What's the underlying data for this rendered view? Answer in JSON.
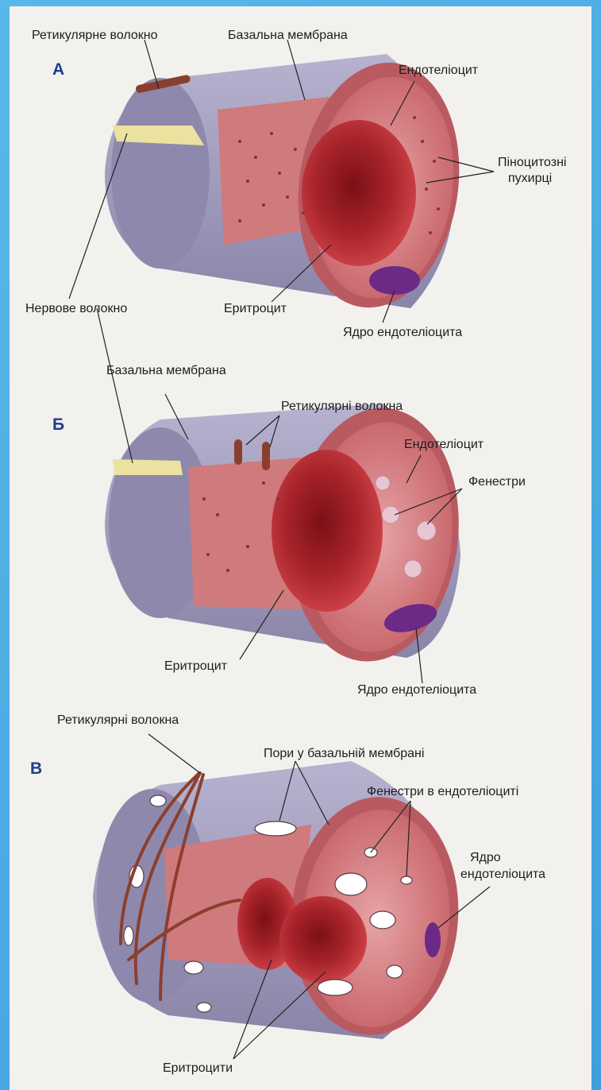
{
  "panels": {
    "a": {
      "letter": "А",
      "labels": {
        "reticular_fiber": "Ретикулярне волокно",
        "basement_membrane": "Базальна мембрана",
        "endotheliocyte": "Ендотеліоцит",
        "pinocytotic_vesicles_line1": "Піноцитозні",
        "pinocytotic_vesicles_line2": "пухирці",
        "nerve_fiber": "Нервове волокно",
        "erythrocyte": "Еритроцит",
        "endotheliocyte_nucleus": "Ядро ендотеліоцита"
      }
    },
    "b": {
      "letter": "Б",
      "labels": {
        "basement_membrane": "Базальна мембрана",
        "reticular_fibers": "Ретикулярні волокна",
        "endotheliocyte": "Ендотеліоцит",
        "fenestrae": "Фенестри",
        "erythrocyte": "Еритроцит",
        "endotheliocyte_nucleus": "Ядро ендотеліоцита"
      }
    },
    "c": {
      "letter": "В",
      "labels": {
        "reticular_fibers": "Ретикулярні волокна",
        "pores_basement_membrane": "Пори у базальній мембрані",
        "fenestrae_endotheliocyte": "Фенестри в ендотеліоциті",
        "nucleus_line1": "Ядро",
        "nucleus_line2": "ендотеліоцита",
        "erythrocytes": "Еритроцити"
      }
    }
  },
  "colors": {
    "background": "#4aa8e2",
    "page": "#f3f1ee",
    "membrane": "#9d97b8",
    "endothelium": "#c8666e",
    "erythrocyte": "#a32127",
    "nucleus": "#6a2a86",
    "reticular_fiber": "#8a3f2e",
    "nerve_fiber": "#ece2a0",
    "letter": "#1f3f8a"
  }
}
